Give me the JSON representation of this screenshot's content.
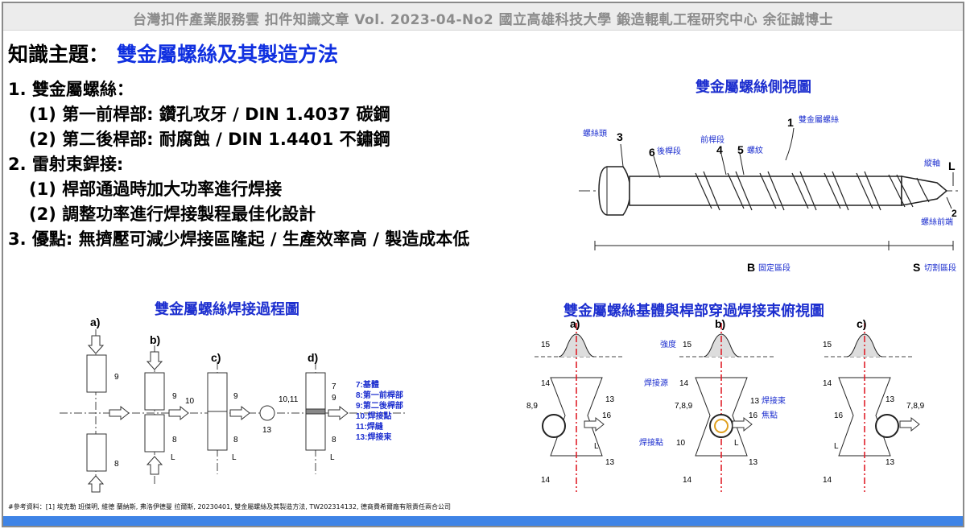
{
  "header": {
    "text": "台灣扣件產業服務雲  扣件知識文章  Vol. 2023-04-No2  國立高雄科技大學  鍛造輥軋工程研究中心  余征誠博士"
  },
  "topic": {
    "label": "知識主題：",
    "value": "雙金屬螺絲及其製造方法"
  },
  "outline": {
    "item1": "1. 雙金屬螺絲：",
    "item1_sub1": "(1) 第一前桿部: 鑽孔攻牙 / DIN 1.4037 碳鋼",
    "item1_sub2": "(2) 第二後桿部: 耐腐蝕 / DIN 1.4401 不鏽鋼",
    "item2": "2. 雷射束銲接:",
    "item2_sub1": "(1) 桿部通過時加大功率進行焊接",
    "item2_sub2": "(2) 調整功率進行焊接製程最佳化設計",
    "item3": "3. 優點: 無擠壓可減少焊接區隆起 / 生產效率高 / 製造成本低"
  },
  "side_view": {
    "title": "雙金屬螺絲側視圖",
    "labels": {
      "n1": "1",
      "bimetal_screw": "雙金屬螺絲",
      "head": "螺絲頭",
      "n3": "3",
      "n6": "6",
      "rear_shank": "後桿段",
      "front_shank": "前桿段",
      "n4": "4",
      "n5": "5",
      "thread": "螺紋",
      "axis": "縱軸",
      "L": "L",
      "n2": "2",
      "tip": "螺絲前端",
      "B": "B",
      "fixing_zone": "固定區段",
      "S": "S",
      "cutting_zone": "切割區段"
    }
  },
  "process_view": {
    "title": "雙金屬螺絲焊接過程圖",
    "step_labels": [
      "a)",
      "b)",
      "c)",
      "d)"
    ],
    "part_labels": {
      "n9": "9",
      "n8": "8",
      "L": "L",
      "n10": "10",
      "n13": "13",
      "n10_11": "10,11",
      "n7": "7"
    },
    "legend": [
      "7:基體",
      "8:第一前桿部",
      "9:第二後桿部",
      "10:焊接點",
      "11:焊縫",
      "13:焊接束"
    ]
  },
  "top_view": {
    "title": "雙金屬螺絲基體與桿部穿過焊接束俯視圖",
    "step_labels": [
      "a)",
      "b)",
      "c)"
    ],
    "labels": {
      "n15": "15",
      "n14": "14",
      "n13": "13",
      "n16": "16",
      "n789": "8,9",
      "n789b": "7,8,9",
      "L": "L",
      "intensity": "強度",
      "weld_source": "焊接源",
      "weld_beam": "焊接束",
      "focus": "焦點",
      "weld_point": "焊接點",
      "n10": "10"
    }
  },
  "reference": {
    "text": "#參考資料：[1] 埃克勒 班傑明, 維德 蘭納斯, 弗洛伊德曼 拉爾斯, 20230401, 雙金屬螺絲及其製造方法, TW202314132, 德商費希爾廠有限責任兩合公司"
  },
  "colors": {
    "title_blue": "#1d2fcf",
    "topic_blue": "#1030e0",
    "header_gray": "#8c8c8c",
    "footer_blue": "#3f84e6",
    "beam_red": "#e0202a"
  }
}
